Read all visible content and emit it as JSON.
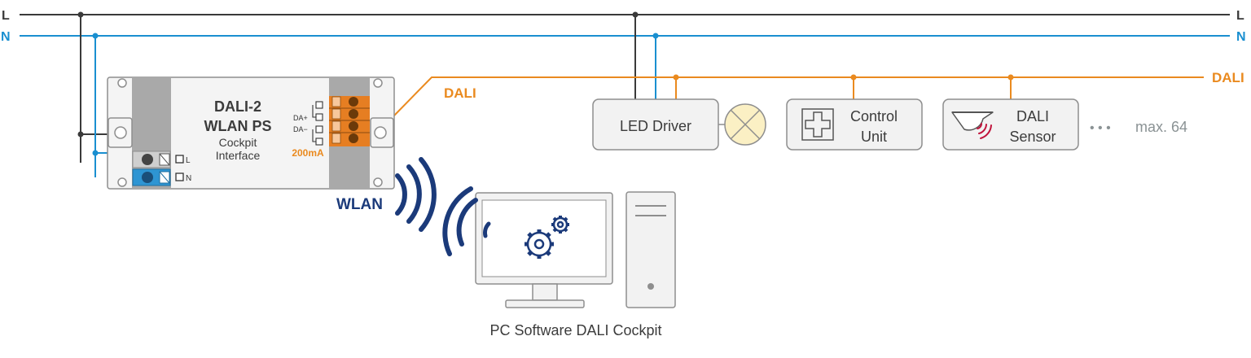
{
  "colors": {
    "line_L": "#3a3a3a",
    "line_N": "#1a8fd0",
    "dali": "#ea8a1f",
    "wlan": "#1b3a7a",
    "box_fill": "#f2f2f2",
    "box_stroke": "#8e8e8e",
    "gray_text": "#8a9294",
    "sensor_waves": "#c0143c"
  },
  "bus": {
    "L_left": "L",
    "L_right": "L",
    "N_left": "N",
    "N_right": "N",
    "dali_label": "DALI",
    "dali_right": "DALI"
  },
  "module": {
    "title1": "DALI-2",
    "title2": "WLAN PS",
    "sub1": "Cockpit",
    "sub2": "Interface",
    "current": "200mA",
    "da_plus": "DA+",
    "da_minus": "DA−",
    "term_L": "L",
    "term_N": "N"
  },
  "devices": {
    "led_driver": "LED Driver",
    "control_unit_1": "Control",
    "control_unit_2": "Unit",
    "sensor_1": "DALI",
    "sensor_2": "Sensor",
    "ellipsis": "• • •",
    "max": "max. 64"
  },
  "wlan_label": "WLAN",
  "pc_caption": "PC Software DALI Cockpit",
  "icons": {
    "lamp": "lamp-icon",
    "control": "control-unit-icon",
    "sensor": "sensor-icon",
    "gears": "gears-icon",
    "wifi": "wifi-signal-icon"
  }
}
